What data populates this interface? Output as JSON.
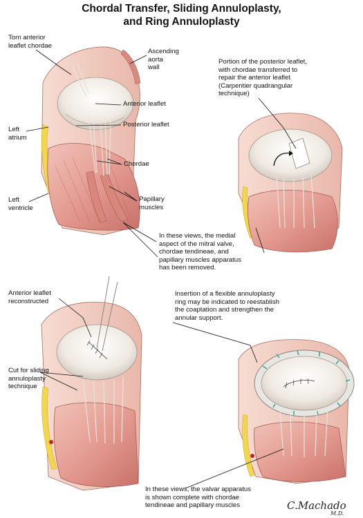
{
  "title": {
    "line1": "Chordal Transfer, Sliding Annuloplasty,",
    "line2": "and Ring Annuloplasty"
  },
  "labels": {
    "torn_chordae": "Torn anterior\nleaflet chordae",
    "ascending_aorta": "Ascending\naorta\nwall",
    "anterior_leaflet": "Anterior leaflet",
    "posterior_leaflet": "Posterior leaflet",
    "left_atrium": "Left\natrium",
    "chordae": "Chordae",
    "left_ventricle": "Left\nventricle",
    "papillary_muscles": "Papillary\nmuscles",
    "posterior_portion": "Portion of the posterior leaflet,\nwith chordae transferred to\nrepair the anterior leaflet\n(Carpentier quadrangular\ntechnique)",
    "medial_removed": "In these views, the medial\naspect of the mitral valve,\nchordae tendineae, and\npapillary muscles apparatus\nhas been removed.",
    "anterior_reconstructed": "Anterior leaflet\nreconstructed",
    "ring_insertion": "Insertion of a flexible annuloplasty\nring may be indicated to reestablish\nthe coaptation and strengthen the\nannular support.",
    "cut_sliding": "Cut for sliding\nannuloplasty\ntechnique",
    "complete_apparatus": "In these views, the valvar apparatus\nis shown complete with chordae\ntendineae and papillary muscles"
  },
  "signature": {
    "name": "C.Machado",
    "suffix": "M.D."
  },
  "colors": {
    "muscle": "#e8a9a0",
    "muscle_dark": "#c9716a",
    "tissue_light": "#f5d9cf",
    "fat": "#f2d64b",
    "leaflet": "#f4efe9",
    "leaflet_shade": "#d9d1c8",
    "ring": "#e8e6e2",
    "ring_stitch": "#3aa79a",
    "vessel": "#b8282d"
  }
}
